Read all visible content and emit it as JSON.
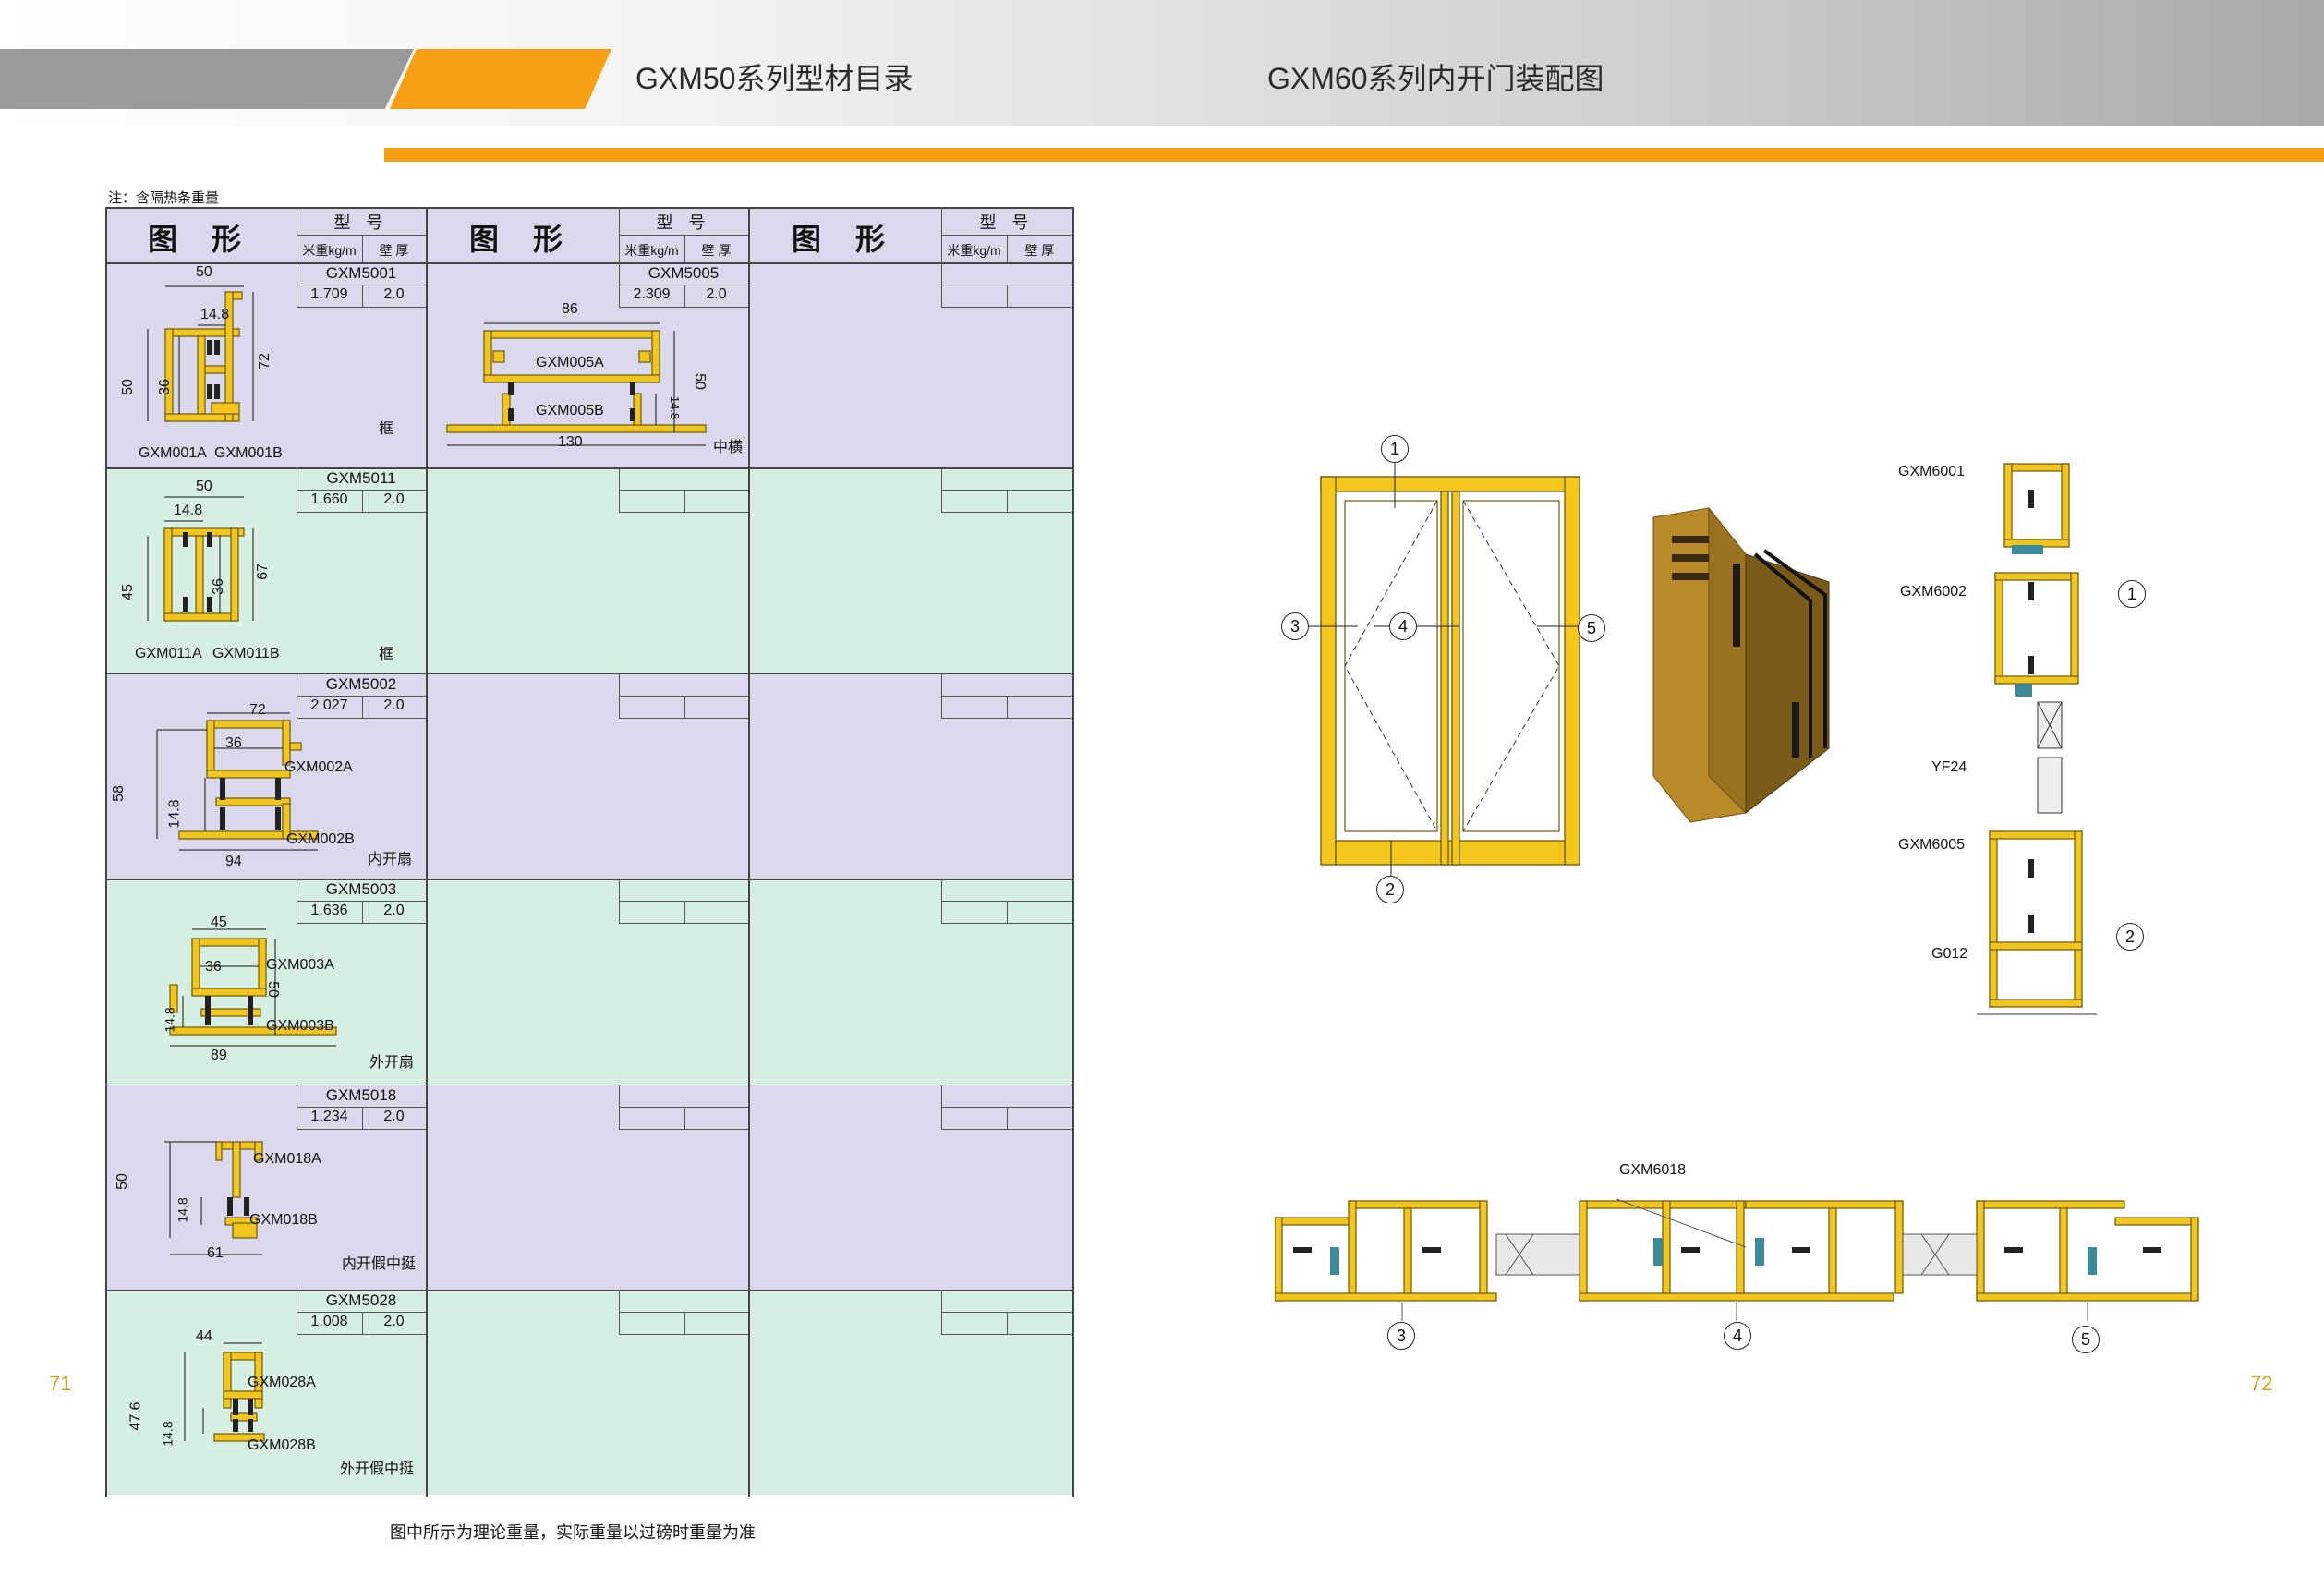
{
  "header": {
    "left_title": "GXM50系列型材目录",
    "right_title": "GXM60系列内开门装配图"
  },
  "note": "注：含隔热条重量",
  "table": {
    "col_figure": "图  形",
    "col_model": "型  号",
    "col_weight": "米重kg/m",
    "col_thickness": "壁 厚"
  },
  "rows": [
    {
      "model": "GXM5001",
      "weight": "1.709",
      "thickness": "2.0",
      "tag": "框",
      "parts": [
        "GXM001A",
        "GXM001B"
      ],
      "dims": [
        "50",
        "14.8",
        "72",
        "50",
        "36"
      ]
    },
    {
      "model": "GXM5011",
      "weight": "1.660",
      "thickness": "2.0",
      "tag": "框",
      "parts": [
        "GXM011A",
        "GXM011B"
      ],
      "dims": [
        "50",
        "14.8",
        "67",
        "45",
        "36"
      ]
    },
    {
      "model": "GXM5002",
      "weight": "2.027",
      "thickness": "2.0",
      "tag": "内开扇",
      "parts": [
        "GXM002A",
        "GXM002B"
      ],
      "dims": [
        "72",
        "36",
        "58",
        "14.8",
        "94"
      ]
    },
    {
      "model": "GXM5003",
      "weight": "1.636",
      "thickness": "2.0",
      "tag": "外开扇",
      "parts": [
        "GXM003A",
        "GXM003B"
      ],
      "dims": [
        "45",
        "36",
        "50",
        "14.8",
        "89"
      ]
    },
    {
      "model": "GXM5018",
      "weight": "1.234",
      "thickness": "2.0",
      "tag": "内开假中挺",
      "parts": [
        "GXM018A",
        "GXM018B"
      ],
      "dims": [
        "50",
        "14.8",
        "61"
      ]
    },
    {
      "model": "GXM5028",
      "weight": "1.008",
      "thickness": "2.0",
      "tag": "外开假中挺",
      "parts": [
        "GXM028A",
        "GXM028B"
      ],
      "dims": [
        "44",
        "47.6",
        "14.8"
      ]
    }
  ],
  "col2_row1": {
    "model": "GXM5005",
    "weight": "2.309",
    "thickness": "2.0",
    "tag": "中横",
    "parts": [
      "GXM005A",
      "GXM005B"
    ],
    "dims": [
      "86",
      "50",
      "14.8",
      "130"
    ]
  },
  "footer_note": "图中所示为理论重量，实际重量以过磅时重量为准",
  "page_left": "71",
  "page_right": "72",
  "assembly": {
    "callouts": [
      "1",
      "2",
      "3",
      "4",
      "5"
    ],
    "section_labels": [
      "GXM6001",
      "GXM6002",
      "YF24",
      "GXM6005",
      "G012"
    ],
    "plan_label": "GXM6018"
  },
  "colors": {
    "accent": "#f5a012",
    "profile": "#f2c61c",
    "row_a": "#d9d9eb",
    "row_b": "#d7efe3"
  }
}
